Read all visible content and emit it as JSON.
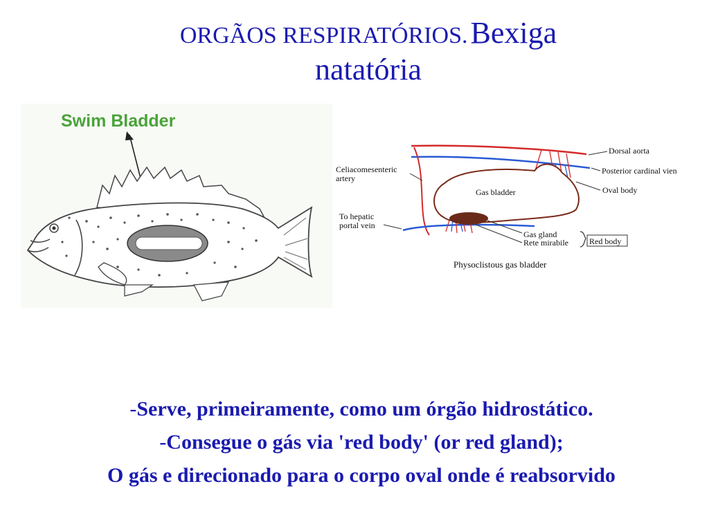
{
  "title": {
    "part1": "ORGÃOS RESPIRATÓRIOS.",
    "part2": "Bexiga",
    "part3": "natatória"
  },
  "fish_figure": {
    "label": "Swim Bladder",
    "label_color": "#4aa33a",
    "bladder_color": "#8a8a8a"
  },
  "bladder_figure": {
    "labels": {
      "dorsal_aorta": "Dorsal aorta",
      "posterior_cardinal_vein": "Posterior cardinal vien",
      "oval_body": "Oval body",
      "celiacomesenteric_artery_line1": "Celiacomesenteric",
      "celiacomesenteric_artery_line2": "artery",
      "gas_bladder": "Gas bladder",
      "to_hepatic_line1": "To hepatic",
      "to_hepatic_line2": "portal vein",
      "gas_gland": "Gas gland",
      "rete_mirabile": "Rete mirabile",
      "red_body": "Red body",
      "caption": "Physoclistous gas bladder"
    },
    "colors": {
      "artery": "#d42a2a",
      "vein": "#2a5bd4",
      "gland": "#6a2a1a"
    }
  },
  "caption": {
    "line1_dash": "-",
    "line1": "Serve, primeiramente,  como um órgão hidrostático.",
    "line2_dash": "-",
    "line2": "Consegue o gás via  'red body' (or red gland);",
    "line3": "O gás e direcionado para o corpo oval onde é reabsorvido"
  }
}
